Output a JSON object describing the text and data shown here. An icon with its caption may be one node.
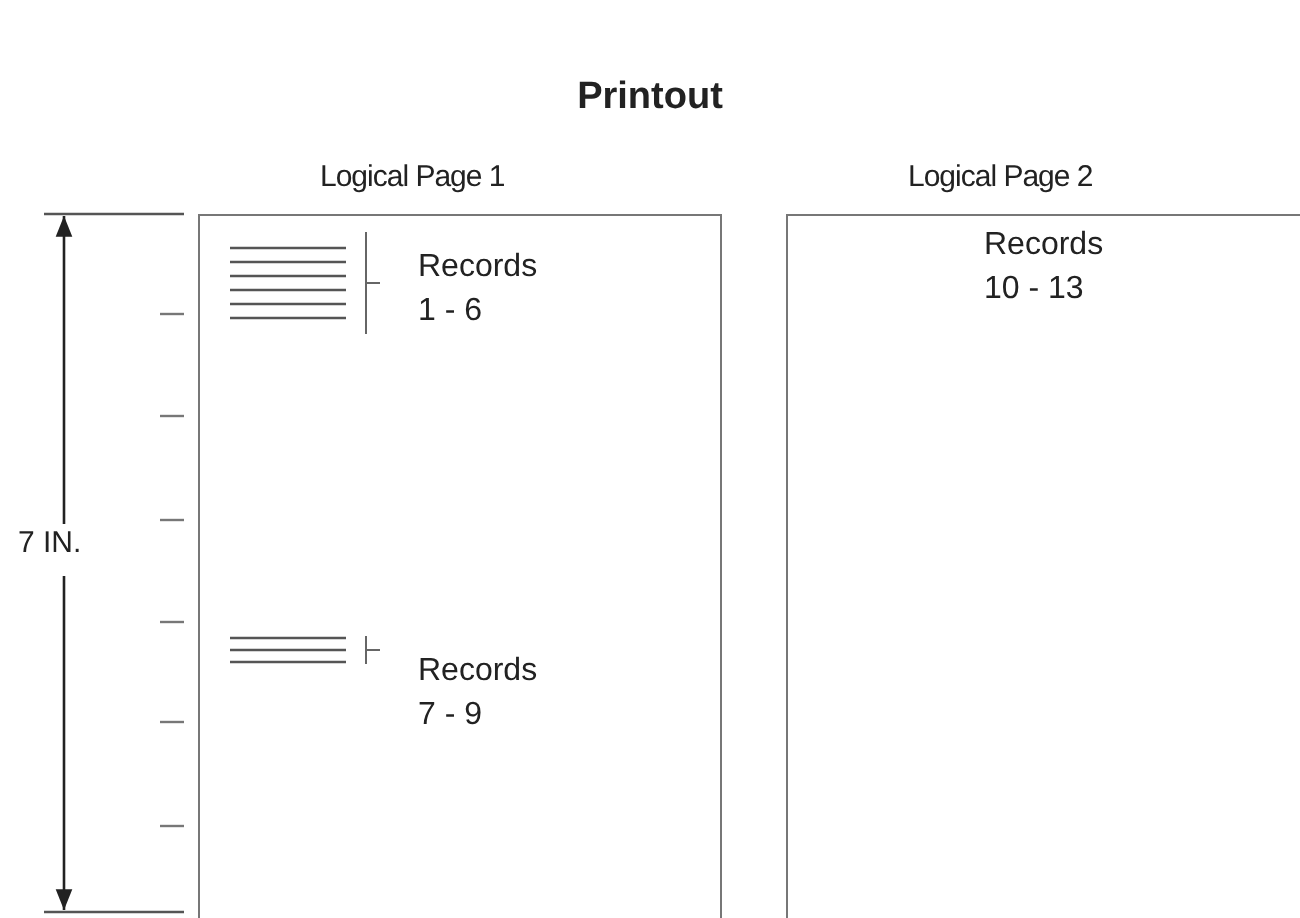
{
  "diagram": {
    "title": "Printout",
    "nodes": [
      {
        "text": [
          "Logical Page 1"
        ]
      },
      {
        "text": [
          "Records 1 - 6"
        ],
        "in": 0
      },
      {
        "text": [
          "Records 7 - 9"
        ],
        "in": 0
      },
      {
        "text": [
          "Logical Page 2",
          "Records 10 - 13"
        ]
      }
    ],
    "edges": [],
    "labels": [
      "7 IN."
    ]
  }
}
